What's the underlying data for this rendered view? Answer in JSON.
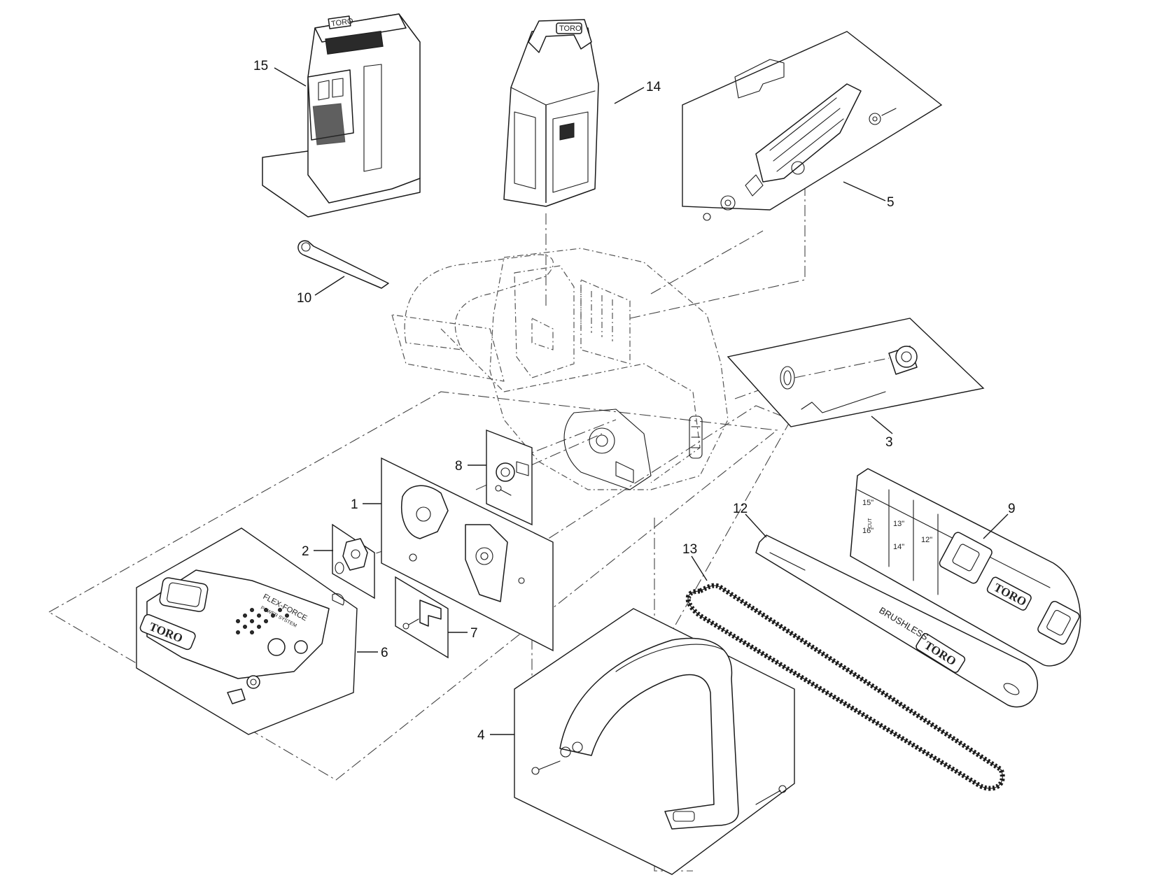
{
  "diagram": {
    "brand_text": "TORO",
    "callouts": [
      {
        "id": "1",
        "label": "1"
      },
      {
        "id": "2",
        "label": "2"
      },
      {
        "id": "3",
        "label": "3"
      },
      {
        "id": "4",
        "label": "4"
      },
      {
        "id": "5",
        "label": "5"
      },
      {
        "id": "6",
        "label": "6"
      },
      {
        "id": "7",
        "label": "7"
      },
      {
        "id": "8",
        "label": "8"
      },
      {
        "id": "9",
        "label": "9"
      },
      {
        "id": "10",
        "label": "10"
      },
      {
        "id": "12",
        "label": "12"
      },
      {
        "id": "13",
        "label": "13"
      },
      {
        "id": "14",
        "label": "14"
      },
      {
        "id": "15",
        "label": "15"
      }
    ],
    "part_texts": {
      "cover_logo": "FLEX-FORCE",
      "cover_sub": "POWER SYSTEM",
      "bar_word": "BRUSHLESS",
      "scabbard_sizes": [
        "15\"",
        "16\"",
        "13\"",
        "14\"",
        "12\""
      ],
      "scabbard_cut": "CUT"
    },
    "colors": {
      "line": "#1a1a1a",
      "ghost_line": "#555555",
      "background": "#ffffff"
    }
  }
}
